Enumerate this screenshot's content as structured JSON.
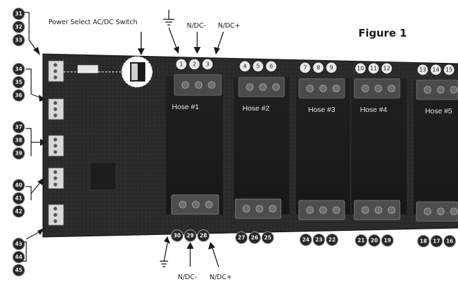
{
  "figure_label": "Figure 1",
  "power_switch_label": "Power Select AC/DC Switch",
  "top_labels": {
    "neg": "N/DC-",
    "pos": "N/DC+"
  },
  "bottom_labels": {
    "neg": "N/DC-",
    "pos": "N/DC+"
  },
  "hoses": [
    "Hose #1",
    "Hose #2",
    "Hose #3",
    "Hose #4",
    "Hose #5"
  ],
  "top_terminal_groups": [
    [
      "1",
      "2",
      "3"
    ],
    [
      "4",
      "5",
      "6"
    ],
    [
      "7",
      "8",
      "9"
    ],
    [
      "10",
      "11",
      "12"
    ],
    [
      "13",
      "14",
      "15"
    ]
  ],
  "bottom_terminal_groups": [
    [
      "30",
      "29",
      "28"
    ],
    [
      "27",
      "26",
      "25"
    ],
    [
      "24",
      "23",
      "22"
    ],
    [
      "21",
      "20",
      "19"
    ],
    [
      "18",
      "17",
      "16"
    ]
  ],
  "left_groups": [
    [
      "31",
      "32",
      "33"
    ],
    [
      "34",
      "35",
      "36"
    ],
    [
      "37",
      "38",
      "39"
    ],
    [
      "40",
      "41",
      "42"
    ],
    [
      "43",
      "44",
      "45"
    ]
  ],
  "colors": {
    "board": "#2b2b2b",
    "board_dark": "#1b1b1b",
    "connector": "#4a4a4a",
    "badge": "#1f1f1f",
    "ink": "#1a1a1a"
  }
}
